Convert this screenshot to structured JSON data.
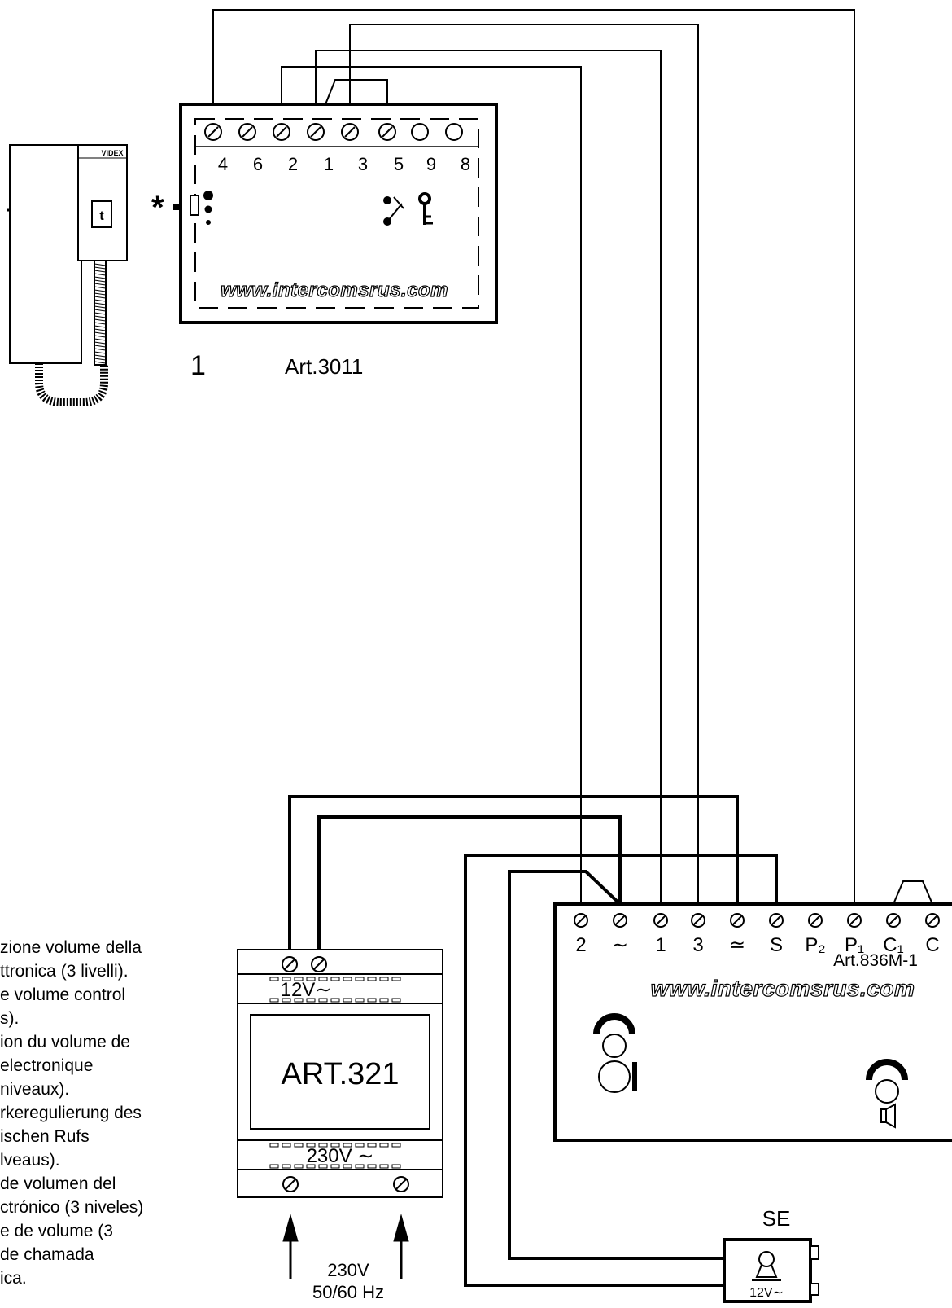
{
  "handset": {
    "brand": "VIDEX",
    "button_glyph": "t"
  },
  "art3011": {
    "terminal_labels": [
      "4",
      "6",
      "2",
      "1",
      "3",
      "5",
      "9",
      "8"
    ],
    "watermark": "www.intercomsrus.com",
    "index": "1",
    "name": "Art.3011",
    "star": "*"
  },
  "art836": {
    "terminal_labels": [
      "2",
      "∼",
      "1",
      "3",
      "≃",
      "S",
      "P₂",
      "P₁",
      "C₁",
      "C"
    ],
    "name": "Art.836M-1",
    "watermark": "www.intercomsrus.com"
  },
  "art321": {
    "top_voltage": "12V∼",
    "name": "ART.321",
    "bottom_voltage": "230V ∼"
  },
  "supply": {
    "line1": "230V",
    "line2": "50/60 Hz"
  },
  "se": {
    "name": "SE",
    "voltage": "12V∼"
  },
  "legend": [
    "zione volume della",
    "ttronica (3 livelli).",
    "e volume control",
    "s).",
    "ion du volume de",
    "electronique",
    "niveaux).",
    "rkeregulierung des",
    "ischen Rufs",
    "lveaus).",
    "de volumen del",
    "ctrónico (3 niveles)",
    "e de volume (3",
    "de chamada",
    "ica."
  ]
}
